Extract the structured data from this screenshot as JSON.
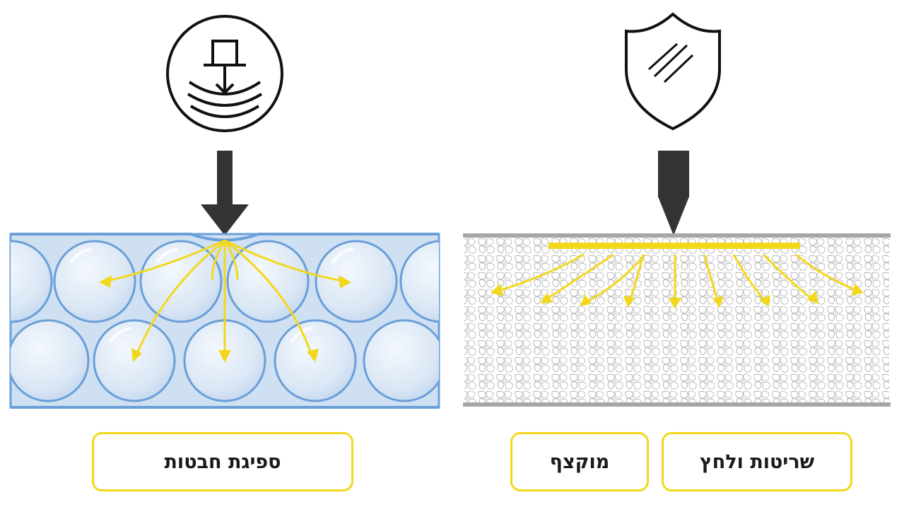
{
  "left_panel": {
    "icon": "shock-absorption-icon",
    "material": "bubble-wrap-layer",
    "label": "ספיגת חבטות"
  },
  "right_panel": {
    "icon": "scratch-shield-icon",
    "material": "foam-layer",
    "labels": [
      "שריטות ולחץ",
      "מוקצף"
    ]
  },
  "colors": {
    "accent_yellow": "#f2d81c",
    "arrow_dark": "#333333",
    "bubble_blue": "#6a9fd8",
    "bubble_fill": "#dce8f6",
    "foam_border": "#a6a6a6"
  }
}
